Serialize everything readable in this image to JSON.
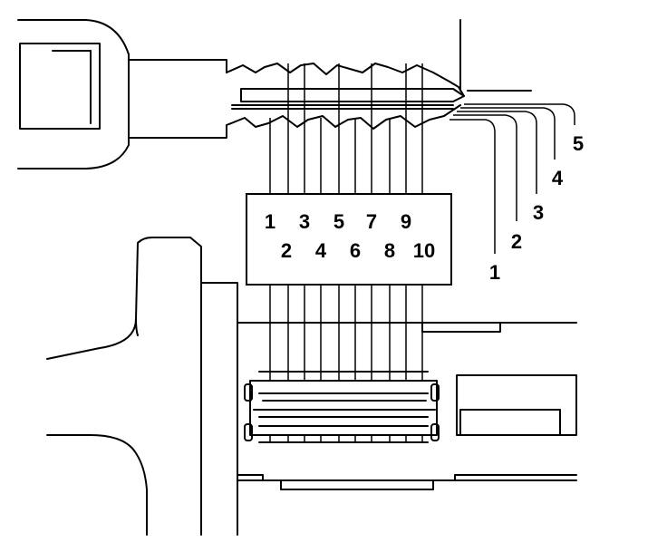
{
  "diagram": {
    "position_labels": [
      "1",
      "2",
      "3",
      "4",
      "5",
      "6",
      "7",
      "8",
      "9",
      "10"
    ],
    "depth_labels": [
      "1",
      "2",
      "3",
      "4",
      "5"
    ]
  }
}
